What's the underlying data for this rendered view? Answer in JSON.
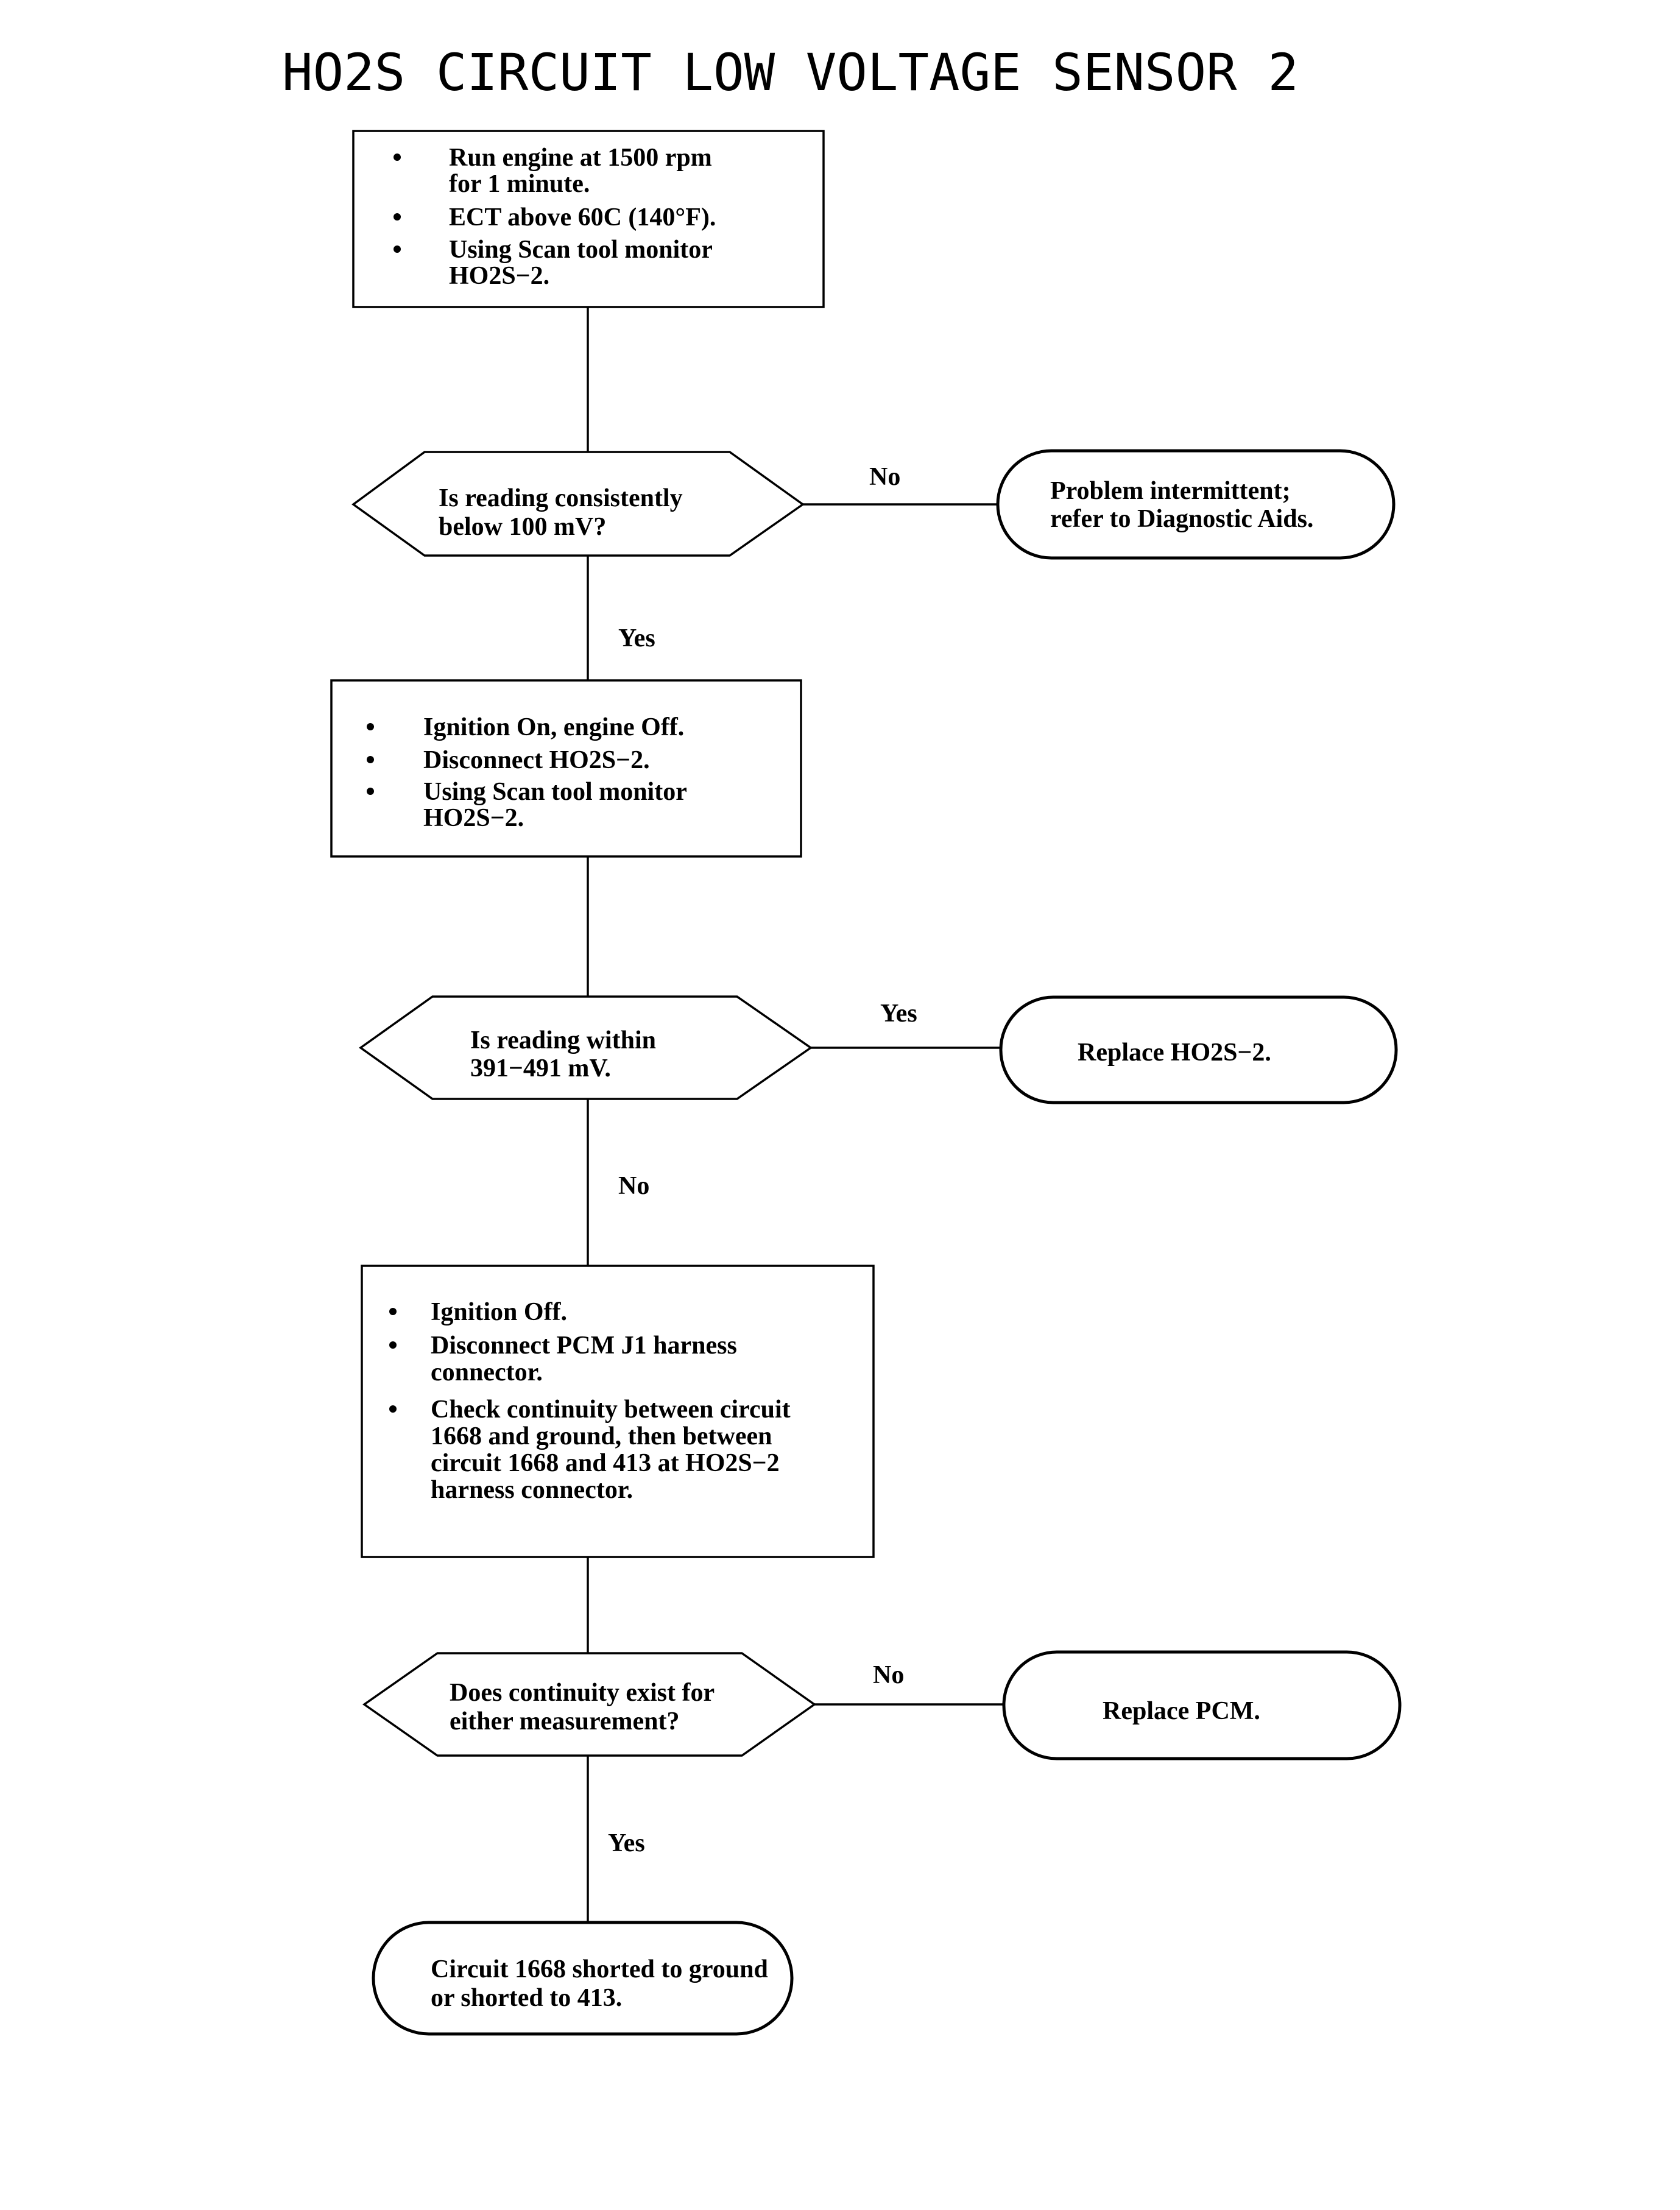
{
  "title": "HO2S CIRCUIT LOW VOLTAGE SENSOR 2",
  "nodes": {
    "step1": {
      "bullets": [
        [
          "Run engine at 1500 rpm",
          "for 1 minute."
        ],
        [
          "ECT above 60C (140°F)."
        ],
        [
          "Using Scan tool monitor",
          "HO2S−2."
        ]
      ]
    },
    "q1": {
      "lines": [
        "Is reading consistently",
        "below 100 mV?"
      ]
    },
    "r1": {
      "lines": [
        "Problem intermittent;",
        "refer to Diagnostic Aids."
      ]
    },
    "step2": {
      "bullets": [
        [
          "Ignition On, engine Off."
        ],
        [
          "Disconnect HO2S−2."
        ],
        [
          "Using Scan tool monitor",
          "HO2S−2."
        ]
      ]
    },
    "q2": {
      "lines": [
        "Is reading within",
        "391−491 mV."
      ]
    },
    "r2": {
      "lines": [
        "Replace HO2S−2."
      ]
    },
    "step3": {
      "bullets": [
        [
          "Ignition Off."
        ],
        [
          "Disconnect PCM J1 harness",
          "connector."
        ],
        [
          "Check continuity between circuit",
          "1668 and ground, then between",
          "circuit 1668 and 413 at HO2S−2",
          "harness connector."
        ]
      ]
    },
    "q3": {
      "lines": [
        "Does continuity exist for",
        "either measurement?"
      ]
    },
    "r3": {
      "lines": [
        "Replace PCM."
      ]
    },
    "r4": {
      "lines": [
        "Circuit 1668 shorted to ground",
        "or shorted to 413."
      ]
    }
  },
  "edges": {
    "q1_no": "No",
    "q1_yes": "Yes",
    "q2_yes": "Yes",
    "q2_no": "No",
    "q3_no": "No",
    "q3_yes": "Yes"
  }
}
